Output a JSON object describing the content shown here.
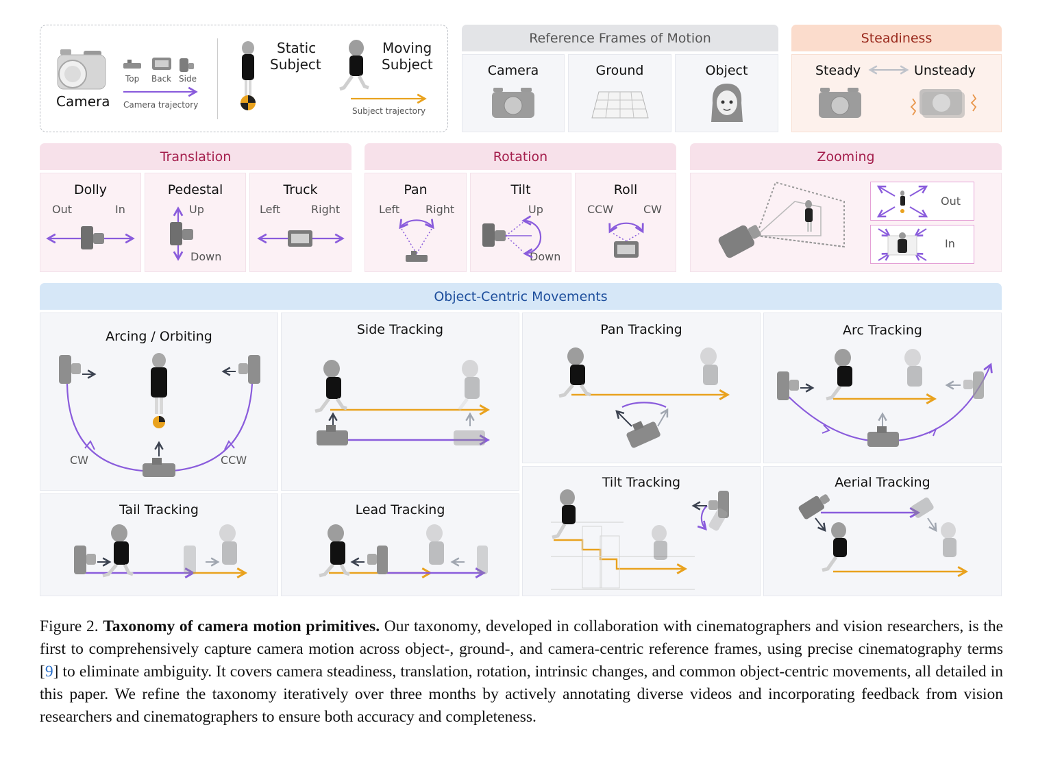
{
  "legend": {
    "camera_label": "Camera",
    "views": [
      "Top",
      "Back",
      "Side"
    ],
    "camera_trajectory": "Camera trajectory",
    "static_subject": [
      "Static",
      "Subject"
    ],
    "moving_subject": [
      "Moving",
      "Subject"
    ],
    "subject_trajectory": "Subject trajectory"
  },
  "reference_frames": {
    "header": "Reference Frames of Motion",
    "items": [
      "Camera",
      "Ground",
      "Object"
    ]
  },
  "steadiness": {
    "header": "Steadiness",
    "steady": "Steady",
    "unsteady": "Unsteady"
  },
  "translation": {
    "header": "Translation",
    "dolly": {
      "title": "Dolly",
      "a": "Out",
      "b": "In"
    },
    "pedestal": {
      "title": "Pedestal",
      "a": "Up",
      "b": "Down"
    },
    "truck": {
      "title": "Truck",
      "a": "Left",
      "b": "Right"
    }
  },
  "rotation": {
    "header": "Rotation",
    "pan": {
      "title": "Pan",
      "a": "Left",
      "b": "Right"
    },
    "tilt": {
      "title": "Tilt",
      "a": "Up",
      "b": "Down"
    },
    "roll": {
      "title": "Roll",
      "a": "CCW",
      "b": "CW"
    }
  },
  "zooming": {
    "header": "Zooming",
    "out": "Out",
    "in": "In"
  },
  "object_centric": {
    "header": "Object-Centric Movements",
    "arcing": {
      "title": "Arcing / Orbiting",
      "cw": "CW",
      "ccw": "CCW"
    },
    "side_tracking": "Side Tracking",
    "pan_tracking": "Pan Tracking",
    "arc_tracking": "Arc Tracking",
    "tilt_tracking": "Tilt Tracking",
    "aerial_tracking": "Aerial Tracking",
    "tail_tracking": "Tail Tracking",
    "lead_tracking": "Lead Tracking"
  },
  "caption": {
    "figure": "Figure 2.",
    "bold": "Taxonomy of camera motion primitives.",
    "text_1": " Our taxonomy, developed in collaboration with cinematographers and vision researchers, is the first to comprehensively capture camera motion across object-, ground-, and camera-centric reference frames, using precise cinematography terms [",
    "ref": "9",
    "text_2": "] to eliminate ambiguity. It covers camera steadiness, translation, rotation, intrinsic changes, and common object-centric movements, all detailed in this paper. We refine the taxonomy iteratively over three months by actively annotating diverse videos and incorporating feedback from vision researchers and cinematographers to ensure both accuracy and completeness."
  },
  "colors": {
    "purple": "#8a5cdc",
    "orange": "#e9a21e",
    "pink_header": "#f7e1ea",
    "pink_text": "#a41e4c",
    "blue_header": "#d6e7f7",
    "blue_text": "#1d4e9c",
    "gray_header": "#e3e4e7",
    "orange_header": "#fbdccc",
    "orange_text": "#9a2a1d"
  }
}
